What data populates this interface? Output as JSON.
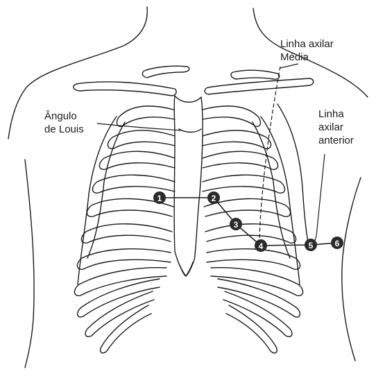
{
  "labels": {
    "angulo_louis": [
      "Ângulo",
      "de Louis"
    ],
    "axilar_media": [
      "Linha axilar",
      "Média"
    ],
    "axilar_anterior": [
      "Linha",
      "axilar",
      "anterior"
    ]
  },
  "electrodes": [
    {
      "id": "1"
    },
    {
      "id": "2"
    },
    {
      "id": "3"
    },
    {
      "id": "4"
    },
    {
      "id": "5"
    },
    {
      "id": "6"
    }
  ],
  "colors": {
    "ink": "#1a1a1a",
    "background": "#ffffff",
    "electrode_fill": "#2a2a2a",
    "electrode_text": "#ffffff"
  }
}
